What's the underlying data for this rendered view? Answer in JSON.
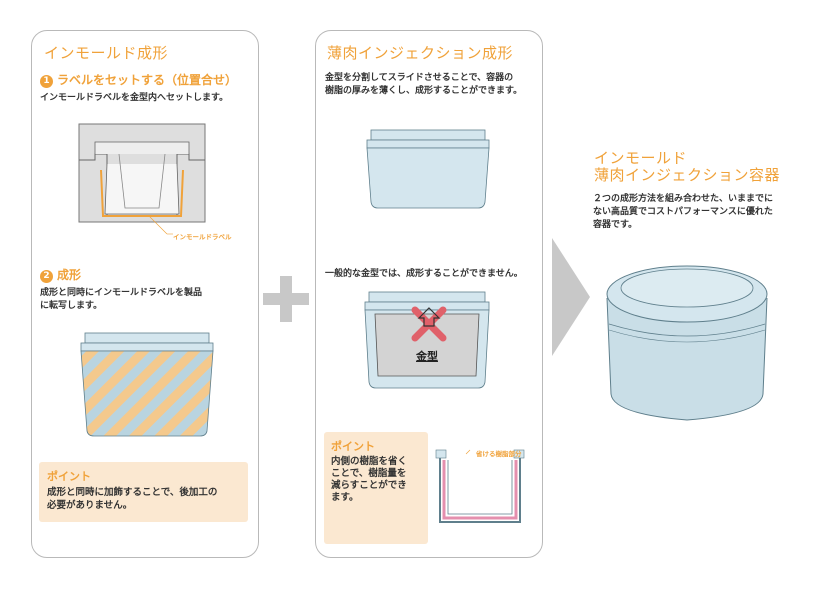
{
  "colors": {
    "accent": "#f0a23a",
    "container": "#d4e6ee",
    "container_stroke": "#5f7f8c",
    "point_bg": "#fbe8d1",
    "cross": "#e0616a",
    "arrow_gray": "#c8c8c8"
  },
  "left": {
    "title": "インモールド成形",
    "step1": {
      "num": "1",
      "title": "ラベルをセットする（位置合せ）",
      "desc": "インモールドラベルを金型内へセットします。",
      "callout": "インモールドラベル"
    },
    "step2": {
      "num": "2",
      "title": "成形",
      "desc_line1": "成形と同時にインモールドラベルを製品",
      "desc_line2": "に転写します。"
    },
    "point": {
      "heading": "ポイント",
      "line1": "成形と同時に加飾することで、後加工の",
      "line2": "必要がありません。"
    }
  },
  "middle": {
    "title": "薄肉インジェクション成形",
    "desc_line1": "金型を分割してスライドさせることで、容器の",
    "desc_line2": "樹脂の厚みを薄くし、成形することができます。",
    "note": "一般的な金型では、成形することができません。",
    "mold_label": "金型",
    "point": {
      "heading": "ポイント",
      "line1": "内側の樹脂を省く",
      "line2": "ことで、樹脂量を",
      "line3": "減らすことができ",
      "line4": "ます。"
    },
    "callout": "省ける樹脂部分"
  },
  "right": {
    "title_line1": "インモールド",
    "title_line2": "薄肉インジェクション容器",
    "desc_line1": "２つの成形方法を組み合わせた、いままでに",
    "desc_line2": "ない高品質でコストパフォーマンスに優れた",
    "desc_line3": "容器です。"
  },
  "icons": {
    "plus": "plus-icon",
    "arrow": "right-arrow-icon",
    "cross": "cross-mark-icon"
  }
}
